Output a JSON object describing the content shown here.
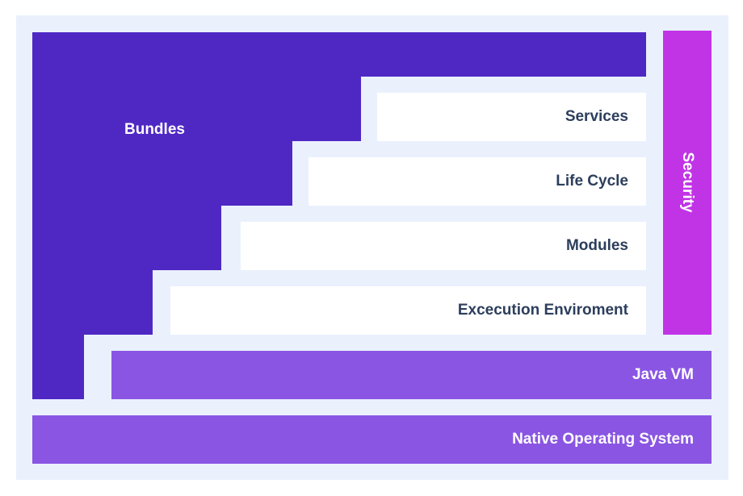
{
  "diagram": {
    "bundles_label": "Bundles",
    "layers": {
      "services": "Services",
      "life_cycle": "Life Cycle",
      "modules": "Modules",
      "execution_environment": "Excecution Enviroment",
      "java_vm": "Java VM",
      "native_os": "Native Operating System"
    },
    "security_label": "Security"
  },
  "colors": {
    "background_panel": "#eaf1fd",
    "bundles": "#4f28c4",
    "white_layers": "#ffffff",
    "white_layer_text": "#2c3e5c",
    "purple_layers": "#8a55e3",
    "security": "#c034e6"
  }
}
